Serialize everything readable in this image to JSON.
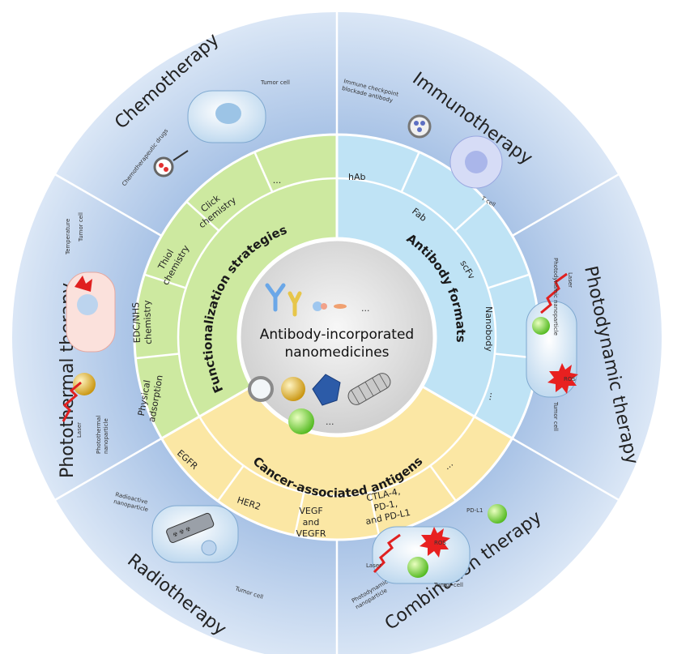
{
  "center": {
    "line1": "Antibody-incorporated",
    "line2": "nanomedicines",
    "ellipsis_top": "...",
    "ellipsis_bottom": "..."
  },
  "middle_ring": {
    "functionalization": {
      "title": "Functionalization strategies",
      "items": [
        "Physical adsorption",
        "EDC/NHS chemistry",
        "Thiol chemistry",
        "Click chemistry",
        "..."
      ]
    },
    "antibody_formats": {
      "title": "Antibody formats",
      "items": [
        "hAb",
        "Fab",
        "scFv",
        "Nanobody",
        "..."
      ]
    },
    "antigens": {
      "title": "Cancer-associated antigens",
      "items": [
        "EGFR",
        "HER2",
        "VEGF and VEGFR",
        "CTLA-4, PD-1, and PD-L1",
        "..."
      ]
    }
  },
  "outer_ring": {
    "chemotherapy": {
      "title": "Chemotherapy",
      "labels": [
        "Tumor cell",
        "Chemotherapeutic drugs"
      ]
    },
    "immunotherapy": {
      "title": "Immunotherapy",
      "labels": [
        "Immune checkpoint blockade antibody",
        "T cell"
      ]
    },
    "photodynamic": {
      "title": "Photodynamic therapy",
      "labels": [
        "Photodynamic nanoparticle",
        "Laser",
        "ROS",
        "Tumor cell"
      ]
    },
    "combination": {
      "title": "Combination therapy",
      "labels": [
        "PD-L1",
        "ROS",
        "Laser",
        "Tumor cell",
        "Photodynamic nanoparticle"
      ]
    },
    "radiotherapy": {
      "title": "Radiotherapy",
      "labels": [
        "Radioactive nanoparticle",
        "Tumor cell"
      ]
    },
    "photothermal": {
      "title": "Photothermal therapy",
      "labels": [
        "Temperature",
        "Tumor cell",
        "Laser",
        "Photothermal nanoparticle"
      ]
    }
  },
  "colors": {
    "outer": "#b9d0ec",
    "outer_edge": "#d9e6f6",
    "green": "#cde9a0",
    "blue": "#bfe3f5",
    "yellow": "#fbe7a4",
    "center": "#e4e4e4"
  }
}
